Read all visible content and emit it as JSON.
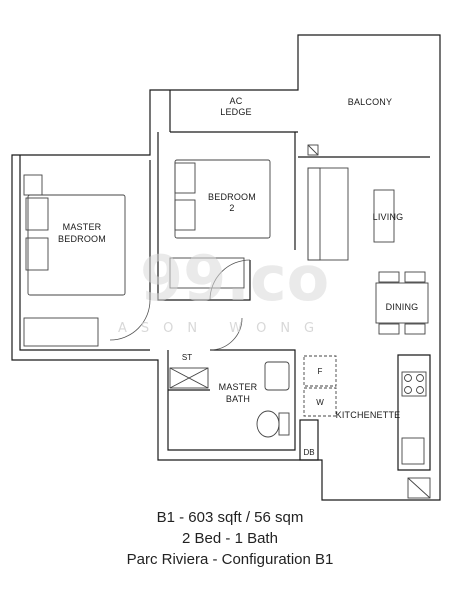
{
  "rooms": {
    "ac_ledge": [
      "AC",
      "LEDGE"
    ],
    "balcony": "BALCONY",
    "bedroom2": [
      "BEDROOM",
      "2"
    ],
    "master_bedroom": [
      "MASTER",
      "BEDROOM"
    ],
    "living": "LIVING",
    "dining": "DINING",
    "store": "ST",
    "master_bath": [
      "MASTER",
      "BATH"
    ],
    "kitchenette": "KITCHENETTE",
    "fridge": "F",
    "washer": "W",
    "db": "DB"
  },
  "watermark": {
    "brand": "99.co",
    "agent": "ASON WONG"
  },
  "caption": {
    "line1": "B1 - 603 sqft / 56 sqm",
    "line2": "2 Bed - 1 Bath",
    "line3": "Parc Riviera - Configuration B1"
  },
  "colors": {
    "wall": "#1a1a1a",
    "furniture": "#444444",
    "watermark": "#d9d9d9"
  }
}
